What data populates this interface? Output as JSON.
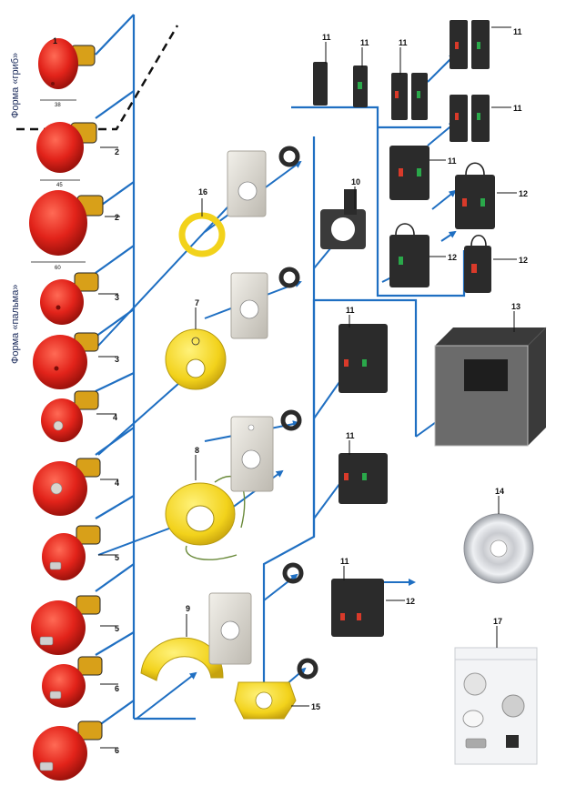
{
  "side_labels": {
    "mushroom": "Форма «гриб»",
    "palm": "Форма «пальма»"
  },
  "dimensions": {
    "d38": "38",
    "d45": "45",
    "d60": "60"
  },
  "callouts": {
    "n1": "1",
    "n2a": "2",
    "n2b": "2",
    "n3a": "3",
    "n3b": "3",
    "n4a": "4",
    "n4b": "4",
    "n5a": "5",
    "n5b": "5",
    "n6a": "6",
    "n6b": "6",
    "n7": "7",
    "n8": "8",
    "n9": "9",
    "n10": "10",
    "n11_1": "11",
    "n11_2": "11",
    "n11_3": "11",
    "n11_4": "11",
    "n11_5": "11",
    "n11_6": "11",
    "n11_7": "11",
    "n11_8": "11",
    "n11_9": "11",
    "n12_1": "12",
    "n12_2": "12",
    "n12_3": "12",
    "n12_4": "12",
    "n13": "13",
    "n14": "14",
    "n15": "15",
    "n16": "16",
    "n17": "17"
  },
  "colors": {
    "connector": "#1f6fc2",
    "button_red": "#e2231a",
    "ring_yellow": "#f2d21b",
    "dark_block": "#2b2b2b",
    "plate_gray": "#d9d6cf"
  }
}
